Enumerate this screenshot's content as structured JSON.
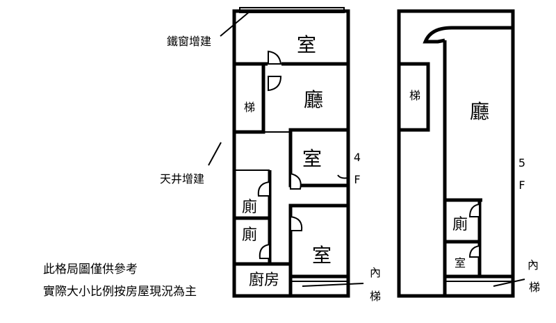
{
  "floor4": {
    "annotation_window": "鐵窗增建",
    "annotation_skylight": "天井增建",
    "room_top": "室",
    "living": "廳",
    "stairs": "梯",
    "room_middle": "室",
    "floor_number": "4",
    "floor_letter": "F",
    "toilet_1": "廁",
    "toilet_2": "廁",
    "room_bottom": "室",
    "kitchen": "廚房",
    "inner_stair_1": "內",
    "inner_stair_2": "梯"
  },
  "floor5": {
    "stairs": "梯",
    "living": "廳",
    "floor_number": "5",
    "floor_letter": "F",
    "toilet": "廁",
    "room": "室",
    "inner_stair_1": "內",
    "inner_stair_2": "梯"
  },
  "disclaimer": {
    "line1": "此格局圖僅供參考",
    "line2": "實際大小比例按房屋現況為主"
  }
}
